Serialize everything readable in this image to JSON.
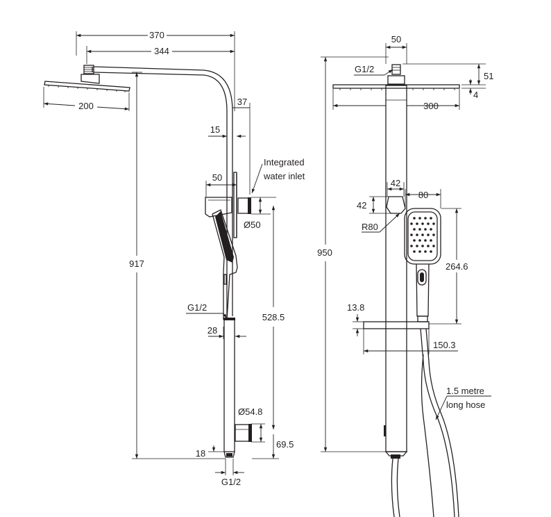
{
  "side_view": {
    "dim_arm_outer": "370",
    "dim_arm_inner": "344",
    "dim_head_width": "200",
    "dim_offset": "37",
    "dim_rail_offset": "15",
    "dim_bracket": "50",
    "inlet_label_line1": "Integrated",
    "inlet_label_line2": "water inlet",
    "dim_inlet_diameter": "Ø50",
    "dim_total_height": "917",
    "label_thread_top": "G1/2",
    "dim_rail_length": "528.5",
    "dim_tube": "28",
    "dim_bottom_diameter": "Ø54.8",
    "dim_bottom_inlet": "69.5",
    "dim_bottom_cap": "18",
    "label_thread_bottom": "G1/2"
  },
  "front_view": {
    "dim_top_width": "50",
    "label_thread": "G1/2",
    "dim_head_height": "51",
    "dim_head_thickness": "4",
    "dim_head_width": "300",
    "dim_total_height": "950",
    "dim_holder_width": "42",
    "dim_holder_height": "42",
    "dim_radius": "R80",
    "dim_hand_width": "80",
    "dim_hand_length": "264.6",
    "dim_shelf_height": "13.8",
    "dim_shelf_width": "150.3",
    "hose_label_line1": "1.5 metre",
    "hose_label_line2": "long hose"
  }
}
